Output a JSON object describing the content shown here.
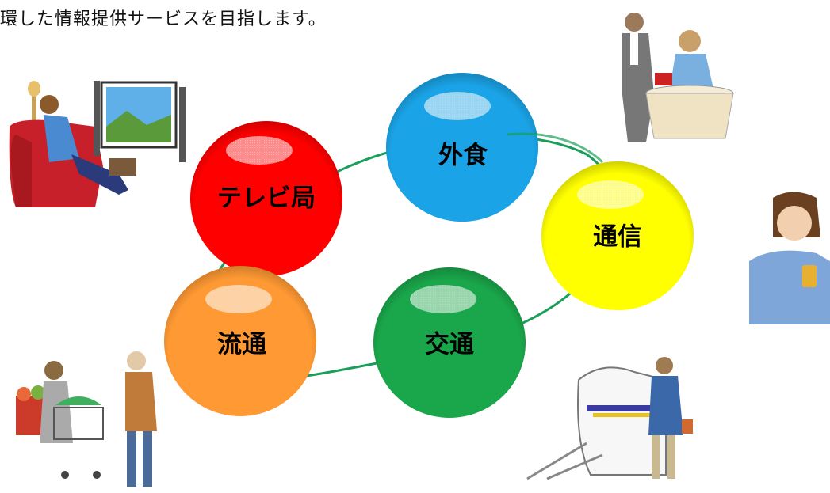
{
  "heading": "環した情報提供サービスを目指します。",
  "nodes": [
    {
      "id": "tv",
      "label": "テレビ局",
      "color": "#ff0000"
    },
    {
      "id": "dining",
      "label": "外食",
      "color": "#1aa3e6"
    },
    {
      "id": "telecom",
      "label": "通信",
      "color": "#ffff00"
    },
    {
      "id": "transport",
      "label": "交通",
      "color": "#1aa64a"
    },
    {
      "id": "distribution",
      "label": "流通",
      "color": "#ff9933"
    }
  ],
  "ring_color": "#1a9e5a",
  "illustrations": [
    {
      "id": "tv-viewer",
      "icon": "person-watching-tv-icon"
    },
    {
      "id": "restaurant",
      "icon": "waiter-and-diner-icon"
    },
    {
      "id": "phone-user",
      "icon": "woman-with-mobile-phone-icon"
    },
    {
      "id": "train-traveler",
      "icon": "traveler-with-train-icon"
    },
    {
      "id": "shoppers",
      "icon": "shoppers-with-cart-icon"
    }
  ]
}
